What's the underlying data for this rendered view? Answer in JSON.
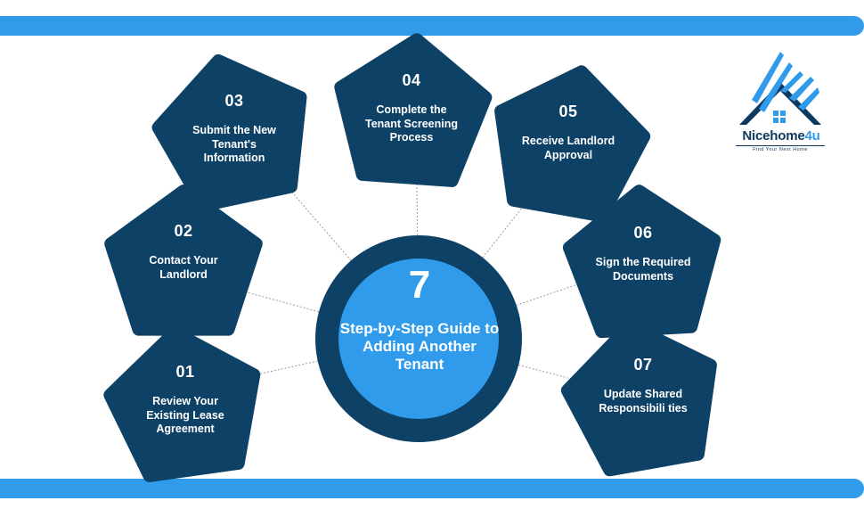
{
  "colors": {
    "navy": "#0e4166",
    "blue": "#2f9bea",
    "connector": "#9a9a9a"
  },
  "center": {
    "number": "7",
    "title": "Step-by-Step Guide to Adding Another Tenant"
  },
  "steps": [
    {
      "number": "01",
      "label": "Review Your Existing Lease Agreement"
    },
    {
      "number": "02",
      "label": "Contact Your Landlord"
    },
    {
      "number": "03",
      "label": "Submit the New Tenant's Information"
    },
    {
      "number": "04",
      "label": "Complete the Tenant Screening Process"
    },
    {
      "number": "05",
      "label": "Receive Landlord Approval"
    },
    {
      "number": "06",
      "label": "Sign the Required Documents"
    },
    {
      "number": "07",
      "label": "Update Shared Responsibili ties"
    }
  ],
  "brand": {
    "name_main": "Nicehome",
    "name_accent": "4u",
    "tagline": "Find Your Next Home"
  }
}
